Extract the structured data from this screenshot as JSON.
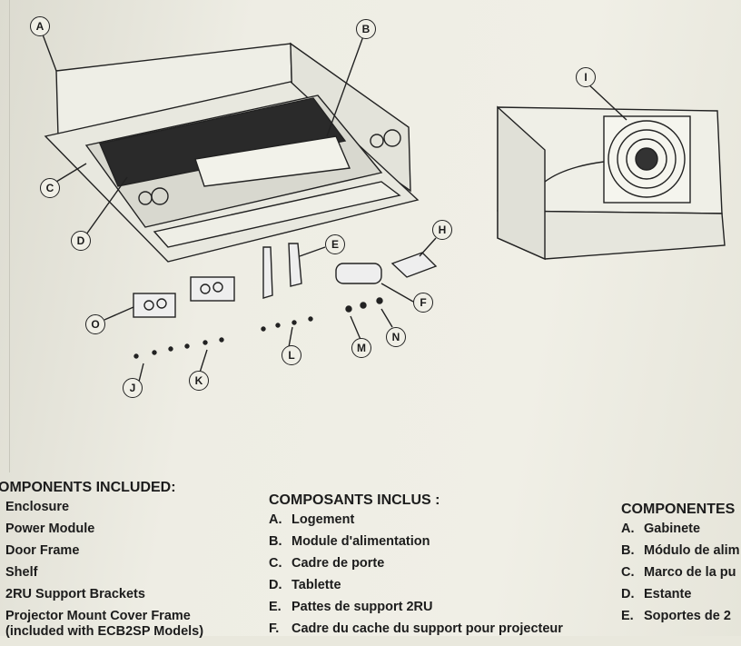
{
  "callouts": [
    "A",
    "B",
    "C",
    "D",
    "E",
    "F",
    "H",
    "I",
    "J",
    "K",
    "L",
    "M",
    "N",
    "O"
  ],
  "english": {
    "heading": "OMPONENTS INCLUDED:",
    "items": [
      "Enclosure",
      "Power Module",
      "Door Frame",
      "Shelf",
      "2RU Support Brackets",
      "Projector Mount Cover Frame",
      "(included with ECB2SP Models)"
    ]
  },
  "french": {
    "heading": "COMPOSANTS INCLUS :",
    "items": [
      {
        "letter": "A.",
        "text": "Logement"
      },
      {
        "letter": "B.",
        "text": "Module d'alimentation"
      },
      {
        "letter": "C.",
        "text": "Cadre de porte"
      },
      {
        "letter": "D.",
        "text": "Tablette"
      },
      {
        "letter": "E.",
        "text": "Pattes de support 2RU"
      },
      {
        "letter": "F.",
        "text": "Cadre du cache du support pour projecteur"
      }
    ]
  },
  "spanish": {
    "heading": "COMPONENTES",
    "items": [
      {
        "letter": "A.",
        "text": "Gabinete"
      },
      {
        "letter": "B.",
        "text": "Módulo de alim"
      },
      {
        "letter": "C.",
        "text": "Marco de la pu"
      },
      {
        "letter": "D.",
        "text": "Estante"
      },
      {
        "letter": "E.",
        "text": "Soportes de 2"
      }
    ]
  }
}
